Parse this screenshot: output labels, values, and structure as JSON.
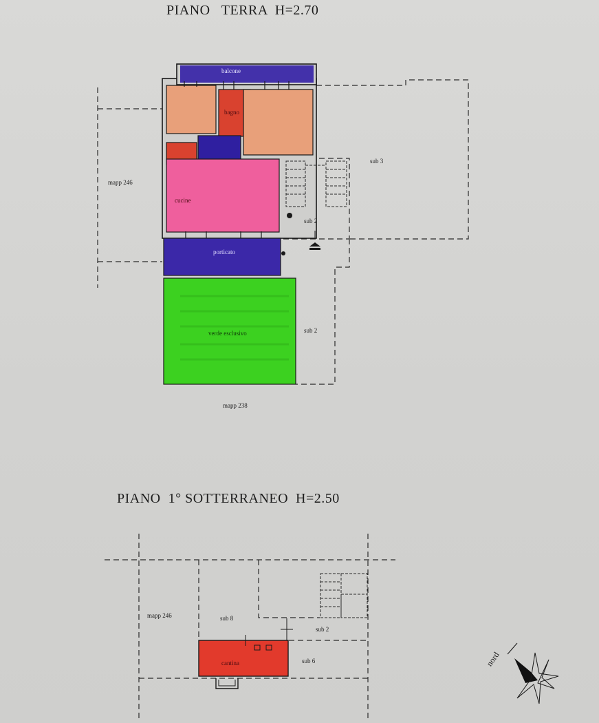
{
  "document": {
    "type": "floor-plan",
    "colors": {
      "paper": "#d4d4d2",
      "balcone": "#3b28a8",
      "camera": "#e8a07a",
      "bagno": "#d9422f",
      "ripostiglio": "#d9422f",
      "disimpegno": "#2f1fa0",
      "cucina": "#ef5f9d",
      "porticato": "#3b28a8",
      "verde": "#3cd120",
      "cantina": "#e23a2c",
      "line": "#1a1a1a"
    }
  },
  "ground_floor": {
    "title": "PIANO   TERRA  H=2.70",
    "rooms": {
      "balcone": "balcone",
      "bagno": "bagno",
      "cucina": "cucine",
      "porticato": "porticato",
      "verde": "verde  esclusivo"
    },
    "labels": {
      "mapp_246": "mapp  246",
      "sub_3": "sub 3",
      "sub_2_upper": "sub 2",
      "sub_2_lower": "sub 2",
      "mapp_238": "mapp 238"
    }
  },
  "basement": {
    "title": "PIANO  1° SOTTERRANEO  H=2.50",
    "rooms": {
      "cantina": "cantina"
    },
    "labels": {
      "mapp_246": "mapp  246",
      "sub_8": "sub 8",
      "sub_2": "sub 2",
      "sub_6": "sub 6"
    }
  },
  "compass": {
    "label": "nord"
  }
}
